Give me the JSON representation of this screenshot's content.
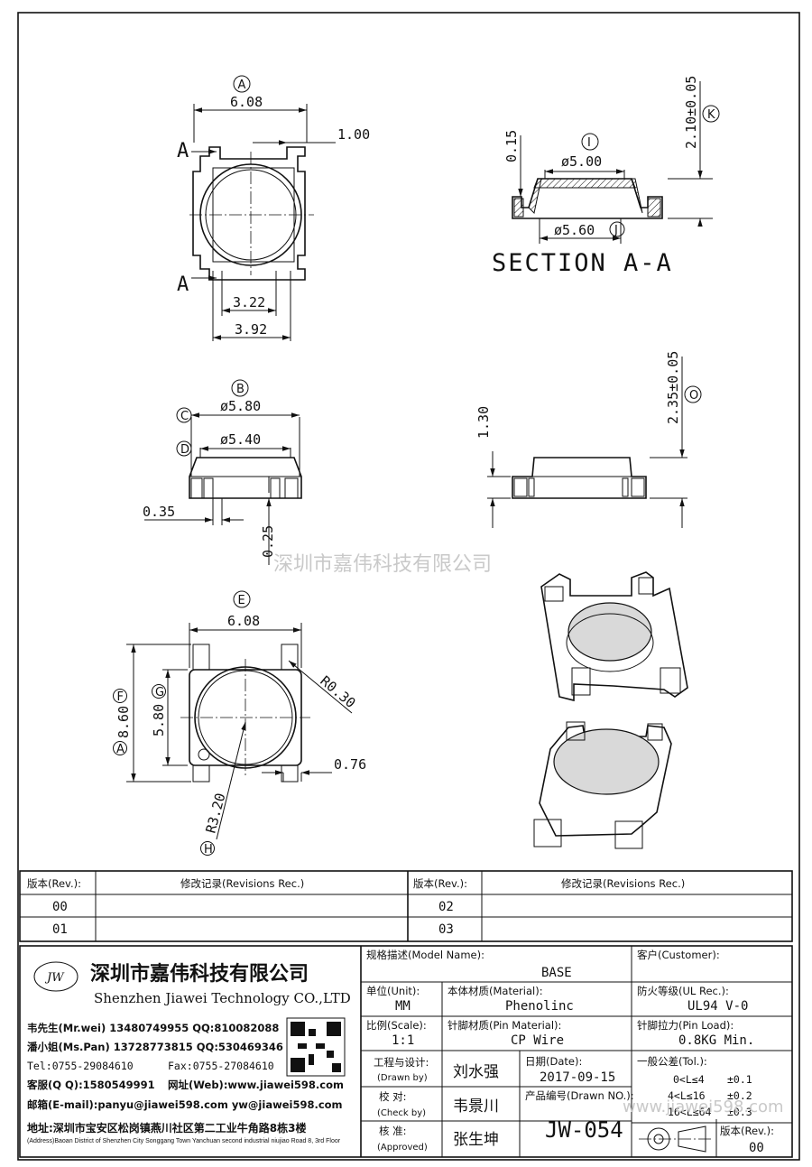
{
  "watermark": "深圳市嘉伟科技有限公司",
  "drawing": {
    "top_view": {
      "bubble": "A",
      "width": "6.08",
      "tab": "1.00",
      "inner": "3.22",
      "outer": "3.92",
      "section_mark_top": "A",
      "section_mark_bottom": "A"
    },
    "section": {
      "bubble_i": "I",
      "bubble_j": "J",
      "bubble_k": "K",
      "d_top": "ø5.00",
      "d_bottom": "ø5.60",
      "thk": "0.15",
      "height": "2.10±0.05",
      "title": "SECTION A-A"
    },
    "front_view": {
      "bubble_b": "B",
      "bubble_c": "C",
      "bubble_d": "D",
      "d_outer": "ø5.80",
      "d_inner": "ø5.40",
      "pin_w": "0.35",
      "pin_h": "0.25"
    },
    "side_view": {
      "bubble_o": "O",
      "h_body": "1.30",
      "h_total": "2.35±0.05"
    },
    "bottom_view": {
      "bubble_e": "E",
      "bubble_f": "F",
      "bubble_g": "G",
      "bubble_h": "H",
      "bubble_a": "A",
      "width": "6.08",
      "height": "8.60",
      "inner_h": "5.80",
      "radius_small": "R0.30",
      "radius_big": "R3.20",
      "pin": "0.76"
    }
  },
  "revisions": {
    "h_rev": "版本(Rev.):",
    "h_rec": "修改记录(Revisions Rec.)",
    "h_rev2": "版本(Rev.):",
    "h_rec2": "修改记录(Revisions Rec.)",
    "r1": "00",
    "r2": "01",
    "r3": "02",
    "r4": "03"
  },
  "company": {
    "logo": "JW",
    "name_cn": "深圳市嘉伟科技有限公司",
    "name_en": "Shenzhen Jiawei Technology CO.,LTD",
    "line1": "韦先生(Mr.wei) 13480749955 QQ:810082088",
    "line2": "潘小姐(Ms.Pan) 13728773815 QQ:530469346",
    "line3a": "Tel:0755-29084610",
    "line3b": "Fax:0755-27084610",
    "line4a": "客服(Q Q):1580549991",
    "line4b": "网址(Web):www.jiawei598.com",
    "line5": "邮箱(E-mail):panyu@jiawei598.com  yw@jiawei598.com",
    "addr": "地址:深圳市宝安区松岗镇燕川社区第二工业牛角路8栋3楼",
    "addr_en": "(Address)Baoan District of Shenzhen City Songgang Town Yanchuan  second industrial niujiao Road 8, 3rd Floor"
  },
  "title_block": {
    "model_label": "规格描述(Model Name):",
    "model": "BASE",
    "customer_label": "客户(Customer):",
    "unit_label": "单位(Unit):",
    "unit": "MM",
    "material_label": "本体材质(Material):",
    "material": "Phenolinc",
    "ul_label": "防火等级(UL Rec.):",
    "ul": "UL94 V-0",
    "scale_label": "比例(Scale):",
    "scale": "1:1",
    "pin_mat_label": "针脚材质(Pin Material):",
    "pin_mat": "CP Wire",
    "pin_load_label": "针脚拉力(Pin Load):",
    "pin_load": "0.8KG Min.",
    "design_label": "工程与设计:",
    "design_sub": "(Drawn by)",
    "designer": "刘水强",
    "date_label": "日期(Date):",
    "date": "2017-09-15",
    "tol_label": "一般公差(Tol.):",
    "tol1": "0<L≤4",
    "tol1v": "±0.1",
    "tol2": "4<L≤16",
    "tol2v": "±0.2",
    "tol3": "16<L≤64",
    "tol3v": "±0.3",
    "check_label": "校  对:",
    "check_sub": "(Check by)",
    "checker": "韦景川",
    "drawn_no_label": "产品编号(Drawn NO.):",
    "drawn_no": "JW-054",
    "approve_label": "核  准:",
    "approve_sub": "(Approved)",
    "approver": "张生坤",
    "rev_label": "版本(Rev.):",
    "rev": "00",
    "wm_url": "www.jiawei598.com"
  }
}
